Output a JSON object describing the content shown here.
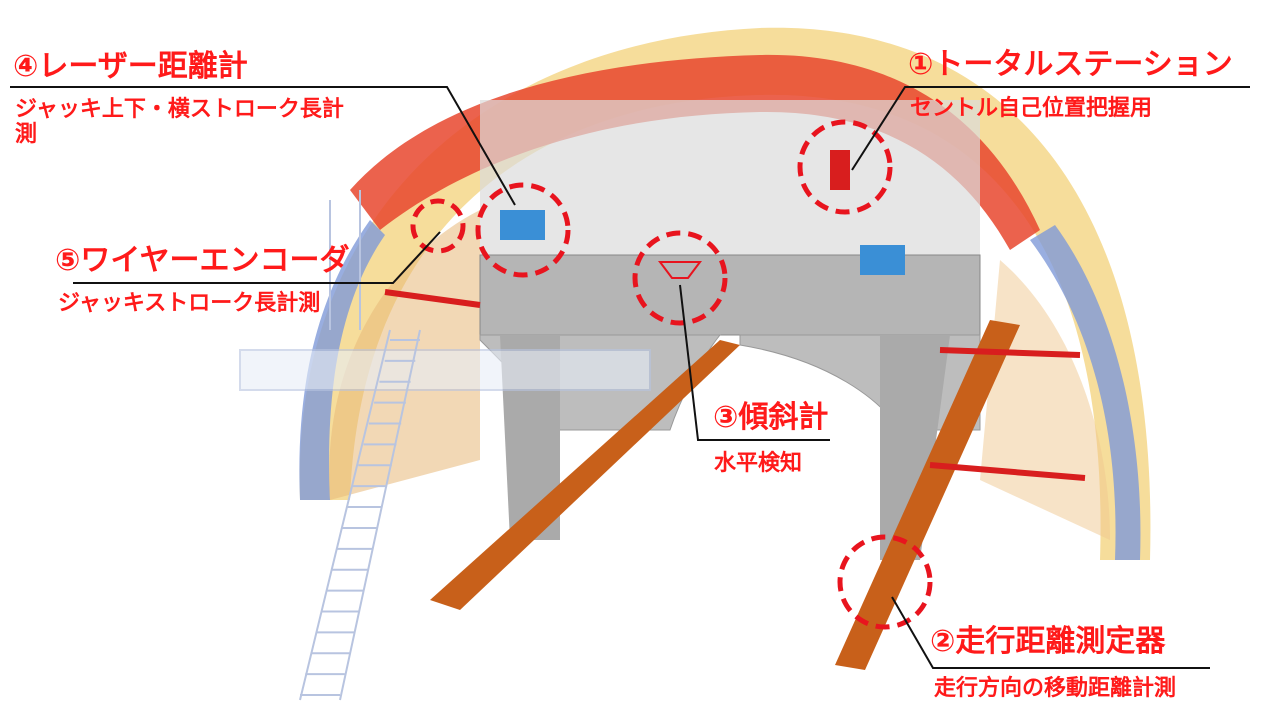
{
  "colors": {
    "label_red": "#ff1a1a",
    "marker_red": "#e8141e",
    "leader": "#111111",
    "arch_red": "#e8462e",
    "arch_yellow": "#f3d27a",
    "rail_orange": "#c8601a",
    "frame_gray": "#b5b5b5",
    "jack_red": "#d81e1e"
  },
  "callouts": [
    {
      "number": "①",
      "title": "トータルステーション",
      "desc": "セントル自己位置把握用"
    },
    {
      "number": "②",
      "title": "走行距離測定器",
      "desc": "走行方向の移動距離計測"
    },
    {
      "number": "③",
      "title": "傾斜計",
      "desc": "水平検知"
    },
    {
      "number": "④",
      "title": "レーザー距離計",
      "desc": "ジャッキ上下・横ストローク長計",
      "desc_line2": "測"
    },
    {
      "number": "⑤",
      "title": "ワイヤーエンコーダ",
      "desc": "ジャッキストローク長計測"
    }
  ]
}
